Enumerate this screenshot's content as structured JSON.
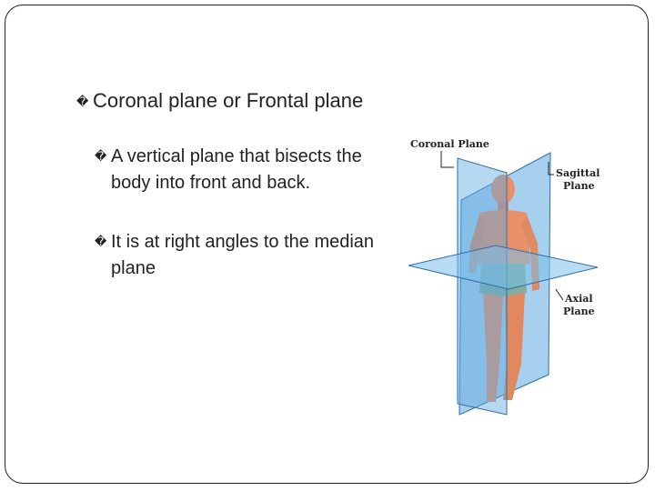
{
  "slide": {
    "bullets": [
      {
        "marker": "�",
        "text": "Coronal plane or Frontal plane",
        "children": [
          {
            "marker": "�",
            "text": "A vertical plane that bisects the body into front and back."
          },
          {
            "marker": "�",
            "text": "It is at right angles to the median plane"
          }
        ]
      }
    ]
  },
  "figure": {
    "labels": {
      "coronal": "Coronal Plane",
      "sagittal_1": "Sagittal",
      "sagittal_2": "Plane",
      "axial_1": "Axial",
      "axial_2": "Plane"
    },
    "colors": {
      "plane_fill": "#5fa8e0",
      "plane_edge": "#2f6fa8",
      "skin": "#e8906a",
      "shorts": "#7fae9c"
    }
  }
}
